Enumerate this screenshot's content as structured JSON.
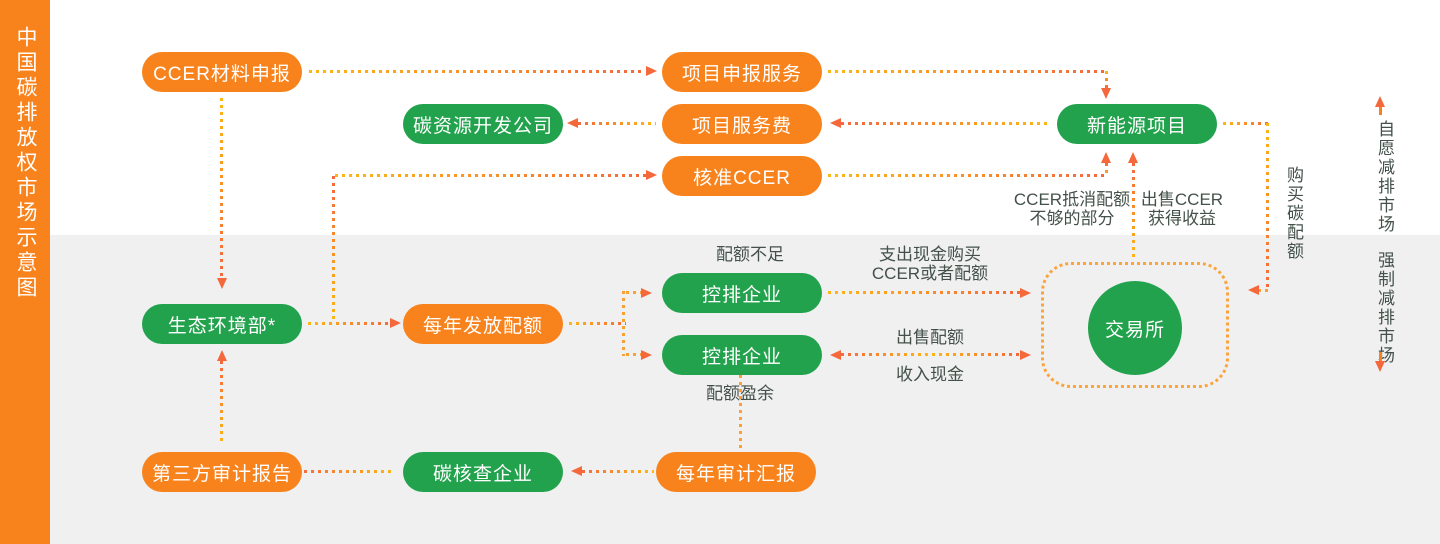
{
  "sidebar": {
    "title": "中国碳排放权市场示意图"
  },
  "markets": {
    "voluntary": {
      "label": "自愿减排市场"
    },
    "mandatory": {
      "label": "强制减排市场"
    }
  },
  "nodes": {
    "ccer_material_declaration": {
      "label": "CCER材料申报",
      "color": "#f8831d"
    },
    "project_declaration_service": {
      "label": "项目申报服务",
      "color": "#f8831d"
    },
    "carbon_resource_dev_company": {
      "label": "碳资源开发公司",
      "color": "#23a24d"
    },
    "project_service_fee": {
      "label": "项目服务费",
      "color": "#f8831d"
    },
    "approved_ccer": {
      "label": "核准CCER",
      "color": "#f8831d"
    },
    "new_energy_project": {
      "label": "新能源项目",
      "color": "#23a24d"
    },
    "ministry_of_ecology_environment": {
      "label": "生态环境部*",
      "color": "#23a24d"
    },
    "annual_quota_issuance": {
      "label": "每年发放配额",
      "color": "#f8831d"
    },
    "emission_control_enterprise_shortage": {
      "label": "控排企业",
      "color": "#23a24d"
    },
    "emission_control_enterprise_surplus": {
      "label": "控排企业",
      "color": "#23a24d"
    },
    "exchange": {
      "label": "交易所",
      "color": "#23a24d"
    },
    "third_party_audit_report": {
      "label": "第三方审计报告",
      "color": "#f8831d"
    },
    "carbon_verification_enterprise": {
      "label": "碳核查企业",
      "color": "#23a24d"
    },
    "annual_audit_report": {
      "label": "每年审计汇报",
      "color": "#f8831d"
    }
  },
  "edge_labels": {
    "quota_shortage": "配额不足",
    "quota_surplus": "配额盈余",
    "pay_cash_buy": "支出现金购买\nCCER或者配额",
    "sell_quota": "出售配额",
    "receive_cash": "收入现金",
    "ccer_offset_shortfall": "CCER抵消配额\n不够的部分",
    "sell_ccer_income": "出售CCER\n获得收益",
    "buy_carbon_quota": "购买碳配额"
  },
  "colors": {
    "orange": "#f8831d",
    "green": "#23a24d",
    "dot_yellow": "#fdb713",
    "dot_red": "#f5683c",
    "label_text": "#44514a",
    "band_top": "#ffffff",
    "band_bottom": "#f0f0f1"
  }
}
